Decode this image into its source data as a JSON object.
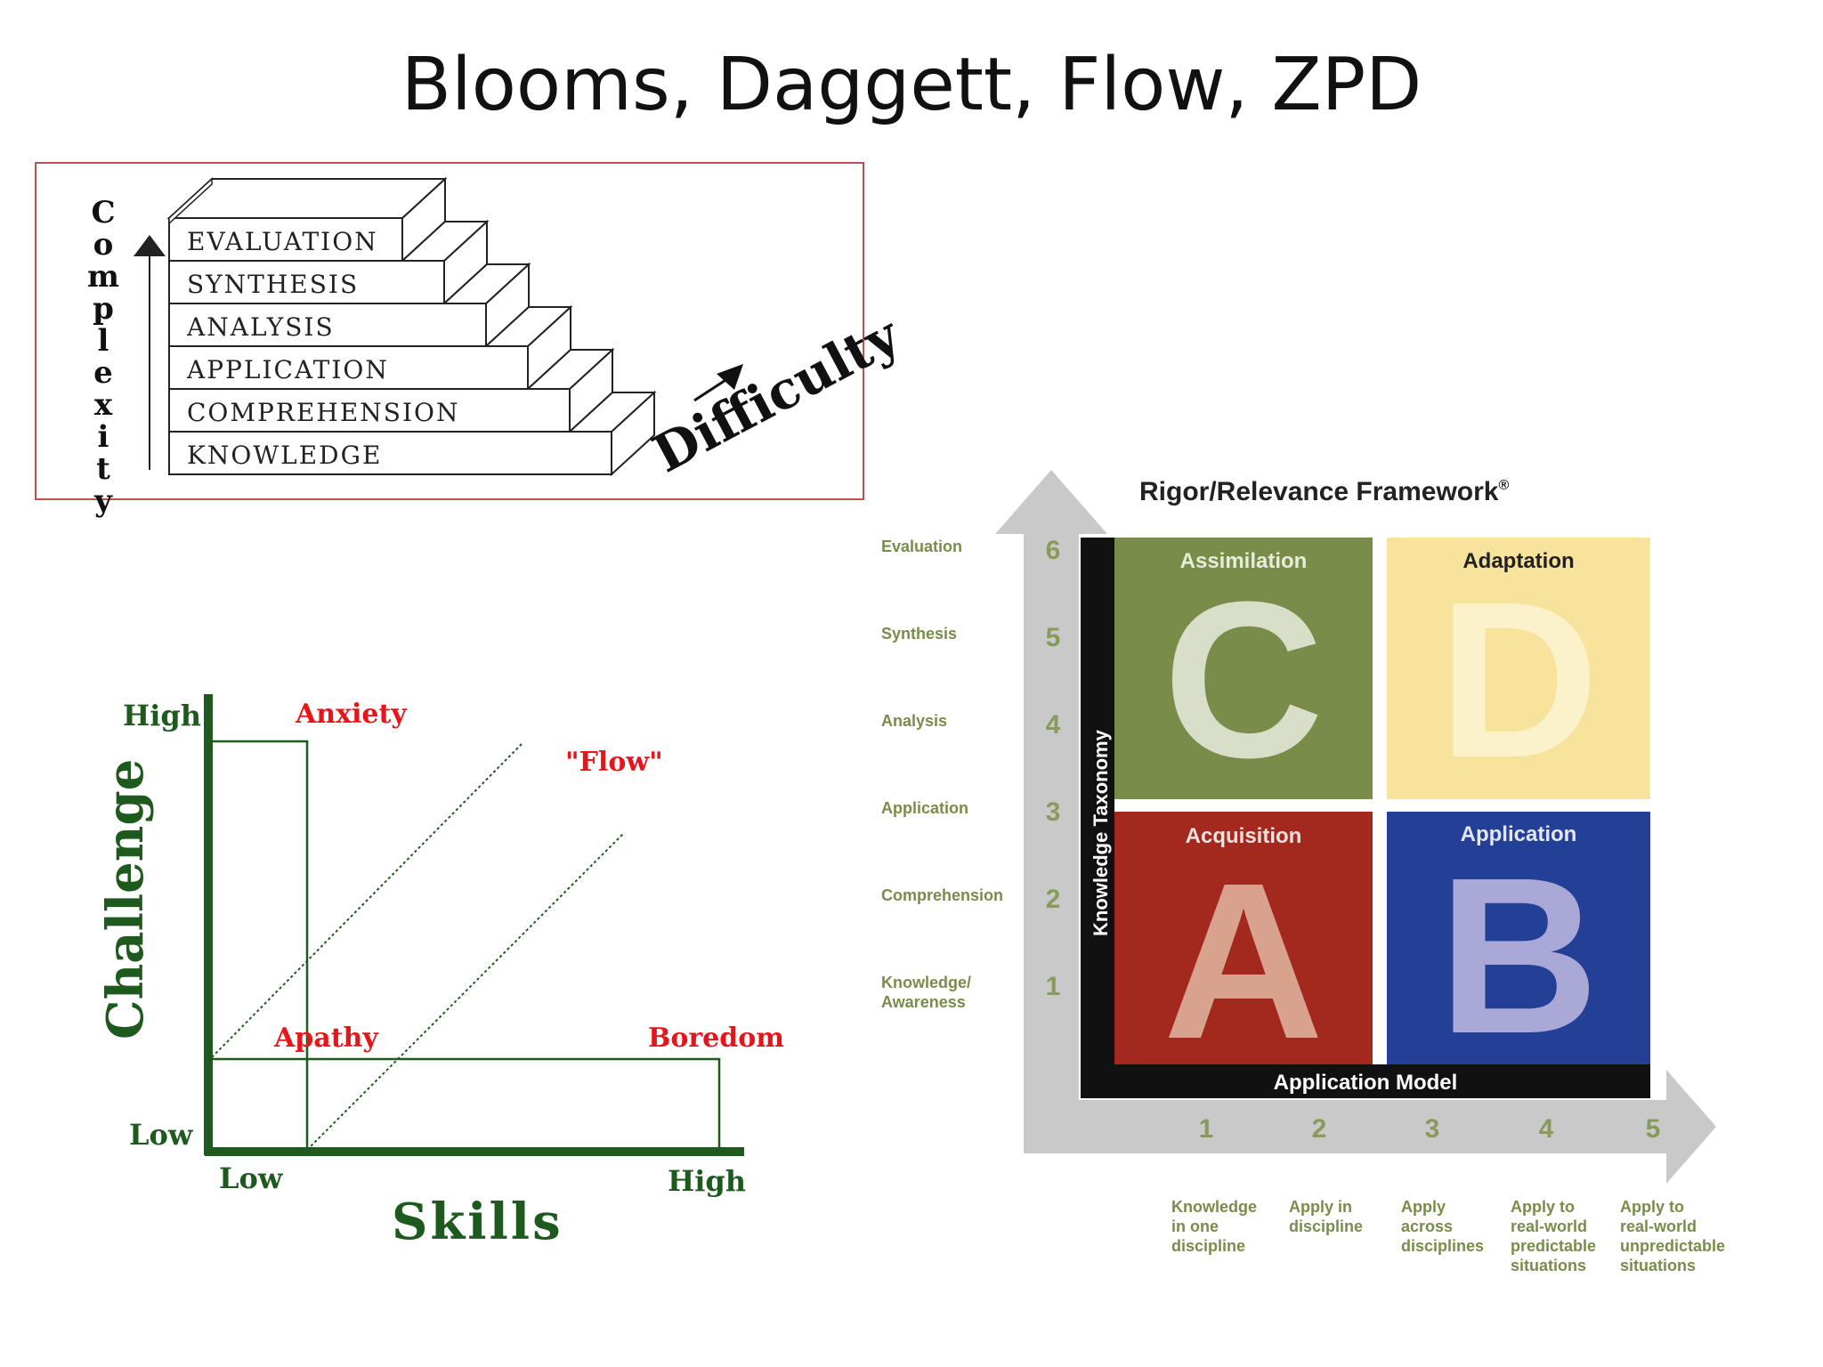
{
  "slide": {
    "title": "Blooms, Daggett, Flow, ZPD"
  },
  "blooms": {
    "levels": [
      "EVALUATION",
      "SYNTHESIS",
      "ANALYSIS",
      "APPLICATION",
      "COMPREHENSION",
      "KNOWLEDGE"
    ],
    "y_label": "Complexity",
    "x_label": "Difficulty",
    "border_color": "#c0504d"
  },
  "flow": {
    "y_axis": "Challenge",
    "x_axis": "Skills",
    "y_high": "High",
    "y_low": "Low",
    "x_low": "Low",
    "x_high": "High",
    "zones": {
      "anxiety": "Anxiety",
      "flow": "\"Flow\"",
      "apathy": "Apathy",
      "boredom": "Boredom"
    },
    "axis_color": "#1e5a1e",
    "zone_color": "#e8141a"
  },
  "rigor": {
    "title": "Rigor/Relevance Framework",
    "title_mark": "®",
    "vertical_axis": "Knowledge Taxonomy",
    "horizontal_axis": "Application Model",
    "taxonomy_levels": [
      {
        "num": "6",
        "label": "Evaluation"
      },
      {
        "num": "5",
        "label": "Synthesis"
      },
      {
        "num": "4",
        "label": "Analysis"
      },
      {
        "num": "3",
        "label": "Application"
      },
      {
        "num": "2",
        "label": "Comprehension"
      },
      {
        "num": "1",
        "label": "Knowledge/ Awareness"
      }
    ],
    "application_levels": [
      {
        "num": "1",
        "label": [
          "Knowledge",
          "in one",
          "discipline"
        ]
      },
      {
        "num": "2",
        "label": [
          "Apply in",
          "discipline"
        ]
      },
      {
        "num": "3",
        "label": [
          "Apply",
          "across",
          "disciplines"
        ]
      },
      {
        "num": "4",
        "label": [
          "Apply to",
          "real-world",
          "predictable",
          "situations"
        ]
      },
      {
        "num": "5",
        "label": [
          "Apply to",
          "real-world",
          "unpredictable",
          "situations"
        ]
      }
    ],
    "quadrants": [
      {
        "name": "Assimilation",
        "letter": "C",
        "color": "#7a8c4a",
        "letter_color": "#d9dec8"
      },
      {
        "name": "Adaptation",
        "letter": "D",
        "color": "#f7e39c",
        "letter_color": "#fbf2cc"
      },
      {
        "name": "Acquisition",
        "letter": "A",
        "color": "#a3281e",
        "letter_color": "#d9a28f"
      },
      {
        "name": "Application",
        "letter": "B",
        "color": "#233f96",
        "letter_color": "#a9a8d6"
      }
    ],
    "label_color": "#7a8c4a",
    "number_color": "#8a9a5b"
  }
}
